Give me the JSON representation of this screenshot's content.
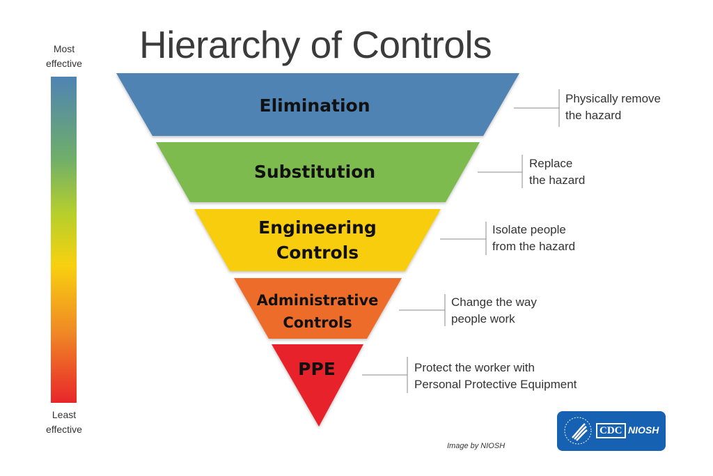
{
  "title": "Hierarchy of Controls",
  "scale": {
    "top": [
      "Most",
      "effective"
    ],
    "bottom": [
      "Least",
      "effective"
    ]
  },
  "levels": [
    {
      "name": [
        "Elimination"
      ],
      "description": [
        "Physically remove",
        "the hazard"
      ],
      "color": "#4f83b3"
    },
    {
      "name": [
        "Substitution"
      ],
      "description": [
        "Replace",
        "the hazard"
      ],
      "color": "#7dbb4f"
    },
    {
      "name": [
        "Engineering",
        "Controls"
      ],
      "description": [
        "Isolate people",
        "from the hazard"
      ],
      "color": "#f8cd10"
    },
    {
      "name": [
        "Administrative",
        "Controls"
      ],
      "description": [
        "Change the way",
        "people work"
      ],
      "color": "#ee6c2b"
    },
    {
      "name": [
        "PPE"
      ],
      "description": [
        "Protect the worker with",
        "Personal Protective Equipment"
      ],
      "color": "#e8202a"
    }
  ],
  "credit": "Image by NIOSH",
  "logo": {
    "cdc": "CDC",
    "niosh": "NIOSH"
  }
}
